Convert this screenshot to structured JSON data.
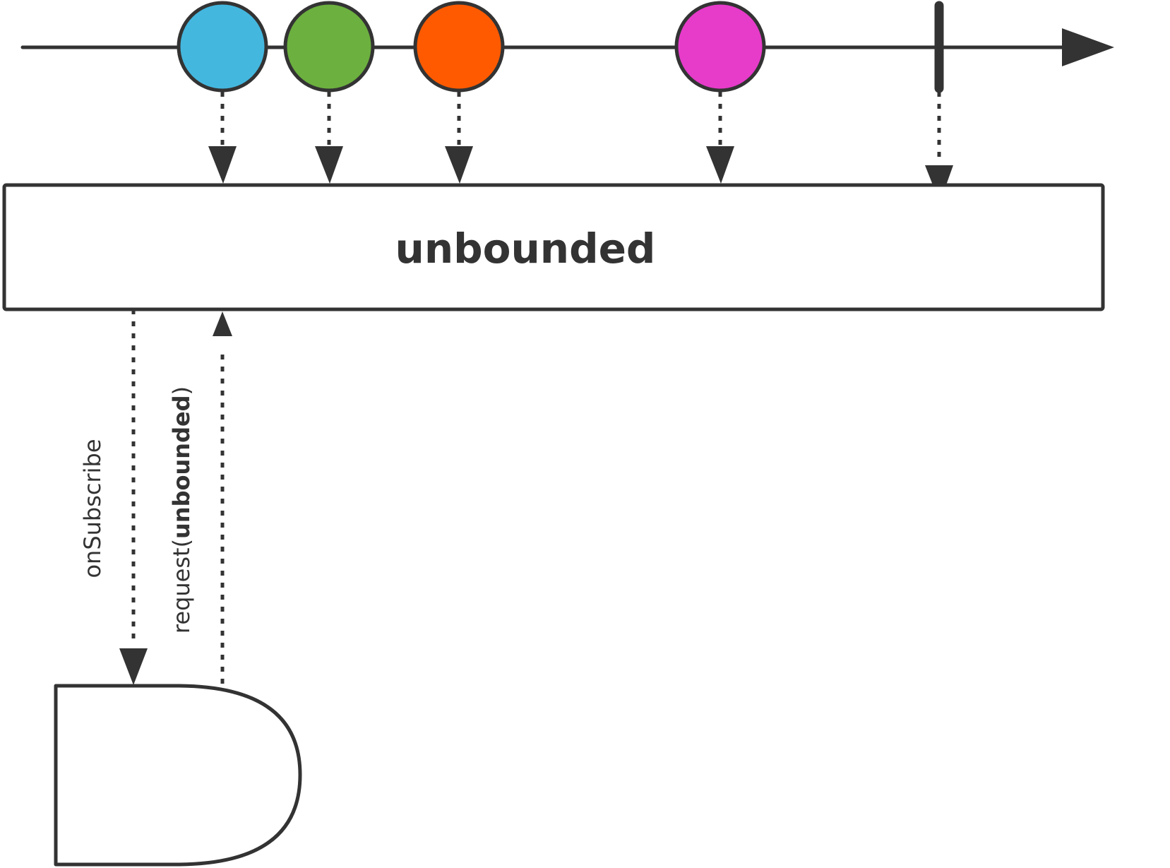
{
  "operator": {
    "label": "unbounded"
  },
  "timeline": {
    "items": [
      {
        "kind": "event",
        "color": "#44b7df"
      },
      {
        "kind": "event",
        "color": "#6cb03f"
      },
      {
        "kind": "event",
        "color": "#ff5a00"
      },
      {
        "kind": "event",
        "color": "#e73bca"
      },
      {
        "kind": "complete"
      }
    ]
  },
  "signals": {
    "on_subscribe": "onSubscribe",
    "request_prefix": "request(",
    "request_arg": "unbounded",
    "request_suffix": ")"
  },
  "colors": {
    "stroke": "#333333",
    "background": "#ffffff"
  }
}
